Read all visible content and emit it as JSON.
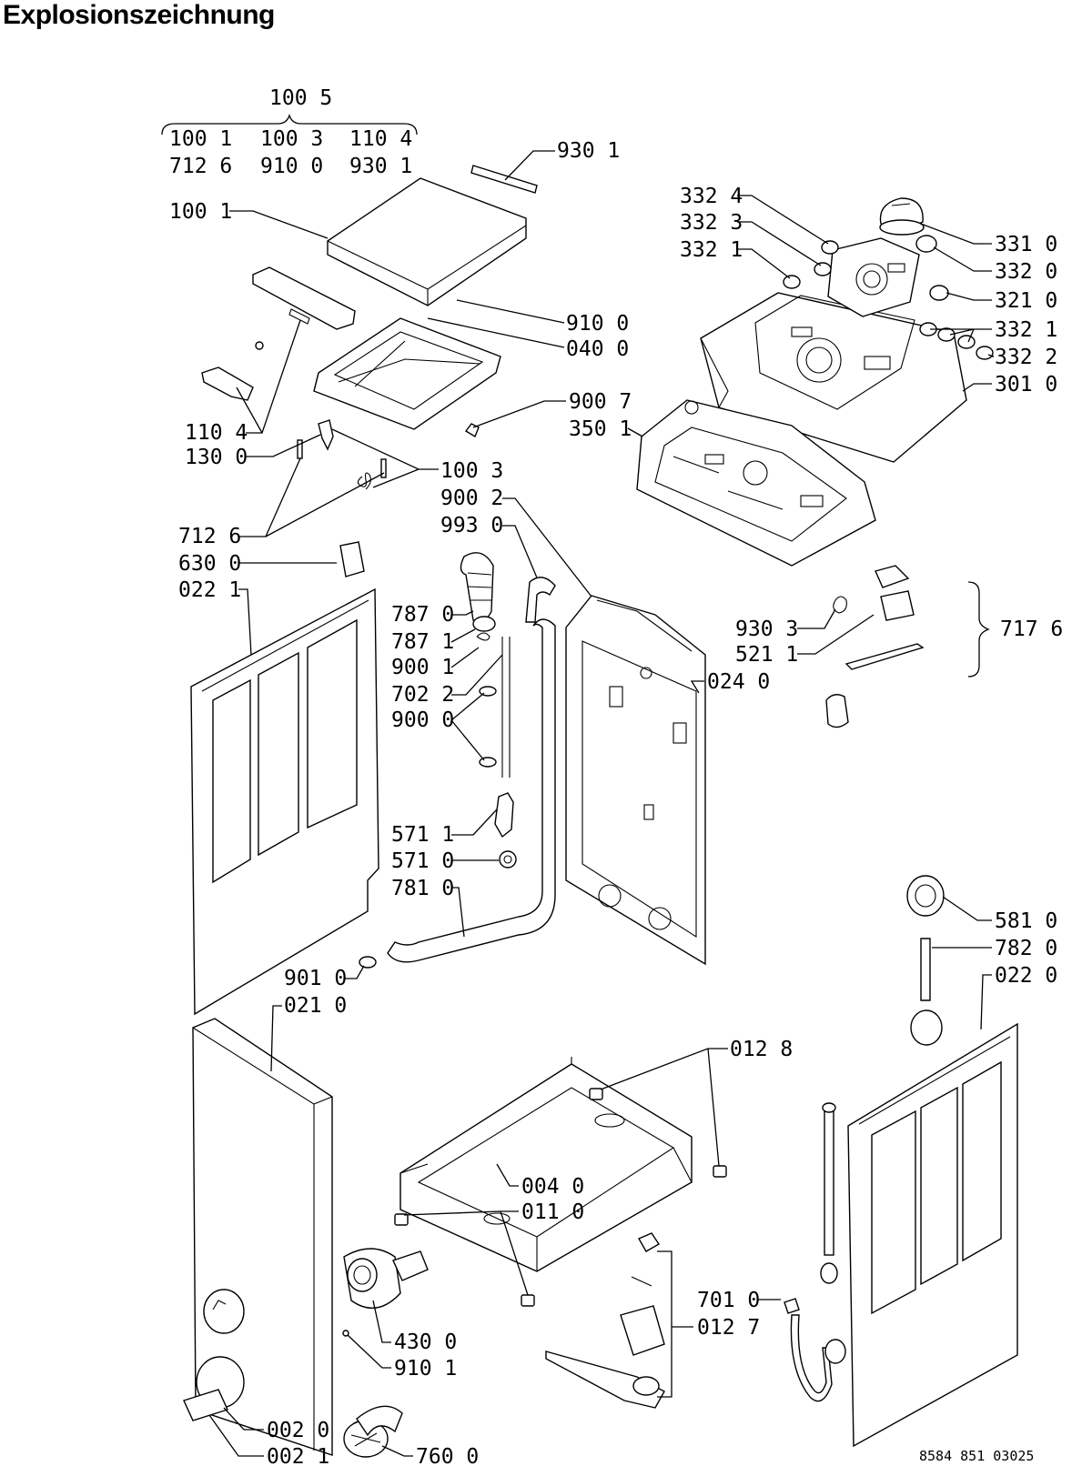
{
  "title": "Explosionszeichnung",
  "drawing_number": "8584 851 03025",
  "group_label": "100 5",
  "group_rows": [
    [
      "100 1",
      "100 3",
      "110 4"
    ],
    [
      "712 6",
      "910 0",
      "930 1"
    ]
  ],
  "parts": {
    "p9301": "930 1",
    "p1001": "100 1",
    "p3324": "332 4",
    "p3323": "332 3",
    "p3321a": "332 1",
    "p3310": "331 0",
    "p3320": "332 0",
    "p3210": "321 0",
    "p3321b": "332 1",
    "p3322": "332 2",
    "p3010": "301 0",
    "p9100": "910 0",
    "p0400": "040 0",
    "p9007": "900 7",
    "p3501": "350 1",
    "p1104": "110 4",
    "p1300": "130 0",
    "p1003": "100 3",
    "p9002": "900 2",
    "p9930": "993 0",
    "p7126": "712 6",
    "p6300": "630 0",
    "p0221": "022 1",
    "p7870": "787 0",
    "p7871": "787 1",
    "p9001": "900 1",
    "p7022": "702 2",
    "p9000": "900 0",
    "p9303": "930 3",
    "p5211": "521 1",
    "p7176": "717 6",
    "p0240": "024 0",
    "p5711": "571 1",
    "p5710": "571 0",
    "p7810": "781 0",
    "p5810": "581 0",
    "p7820": "782 0",
    "p9010": "901 0",
    "p0210": "021 0",
    "p0220": "022 0",
    "p0128": "012 8",
    "p0040": "004 0",
    "p0110": "011 0",
    "p7010": "701 0",
    "p0127": "012 7",
    "p4300": "430 0",
    "p9101": "910 1",
    "p0020": "002 0",
    "p0021": "002 1",
    "p7600": "760 0"
  }
}
